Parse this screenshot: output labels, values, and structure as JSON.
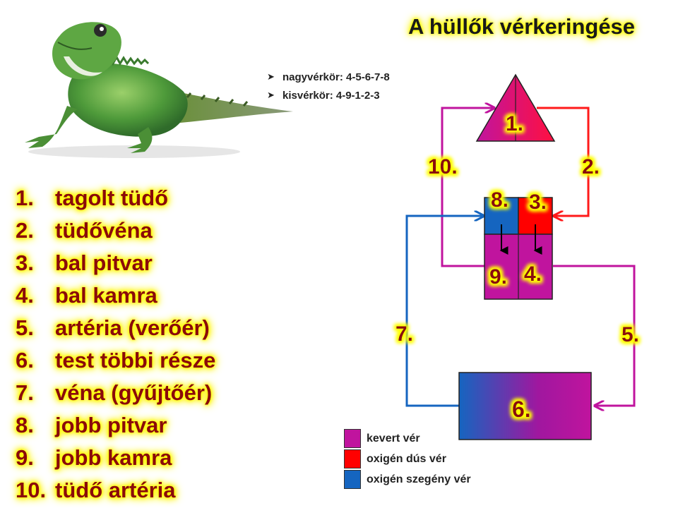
{
  "title": "A hüllők vérkeringése",
  "parts": [
    {
      "num": "1.",
      "label": "tagolt tüdő"
    },
    {
      "num": "2.",
      "label": "tüdővéna"
    },
    {
      "num": "3.",
      "label": "bal pitvar"
    },
    {
      "num": "4.",
      "label": "bal kamra"
    },
    {
      "num": "5.",
      "label": "artéria (verőér)"
    },
    {
      "num": "6.",
      "label": "test többi része"
    },
    {
      "num": "7.",
      "label": "véna (gyűjtőér)"
    },
    {
      "num": "8.",
      "label": "jobb pitvar"
    },
    {
      "num": "9.",
      "label": "jobb kamra"
    },
    {
      "num": "10.",
      "label": "tüdő artéria"
    }
  ],
  "circuits": [
    {
      "label": "nagyvérkör: 4-5-6-7-8"
    },
    {
      "label": "kisvérkör: 4-9-1-2-3"
    }
  ],
  "legend": [
    {
      "label": "kevert vér",
      "color": "#c0149e"
    },
    {
      "label": "oxigén dús vér",
      "color": "#ff0000"
    },
    {
      "label": "oxigén szegény vér",
      "color": "#1565c0"
    }
  ],
  "diagram": {
    "lung": "1.",
    "pulmonary_vein": "2.",
    "left_atrium": "3.",
    "left_ventricle": "4.",
    "artery": "5.",
    "body": "6.",
    "vein": "7.",
    "right_atrium": "8.",
    "right_ventricle": "9.",
    "pulmonary_artery": "10."
  },
  "colors": {
    "mixed": "#c0149e",
    "oxygen_rich": "#ff1a1a",
    "oxygen_poor": "#1565c0",
    "label_text": "#8a0a0a",
    "glow": "#ffff00"
  },
  "icons": {
    "lizard": "lizard-illustration",
    "bullet": "arrowhead-bullet-icon"
  }
}
